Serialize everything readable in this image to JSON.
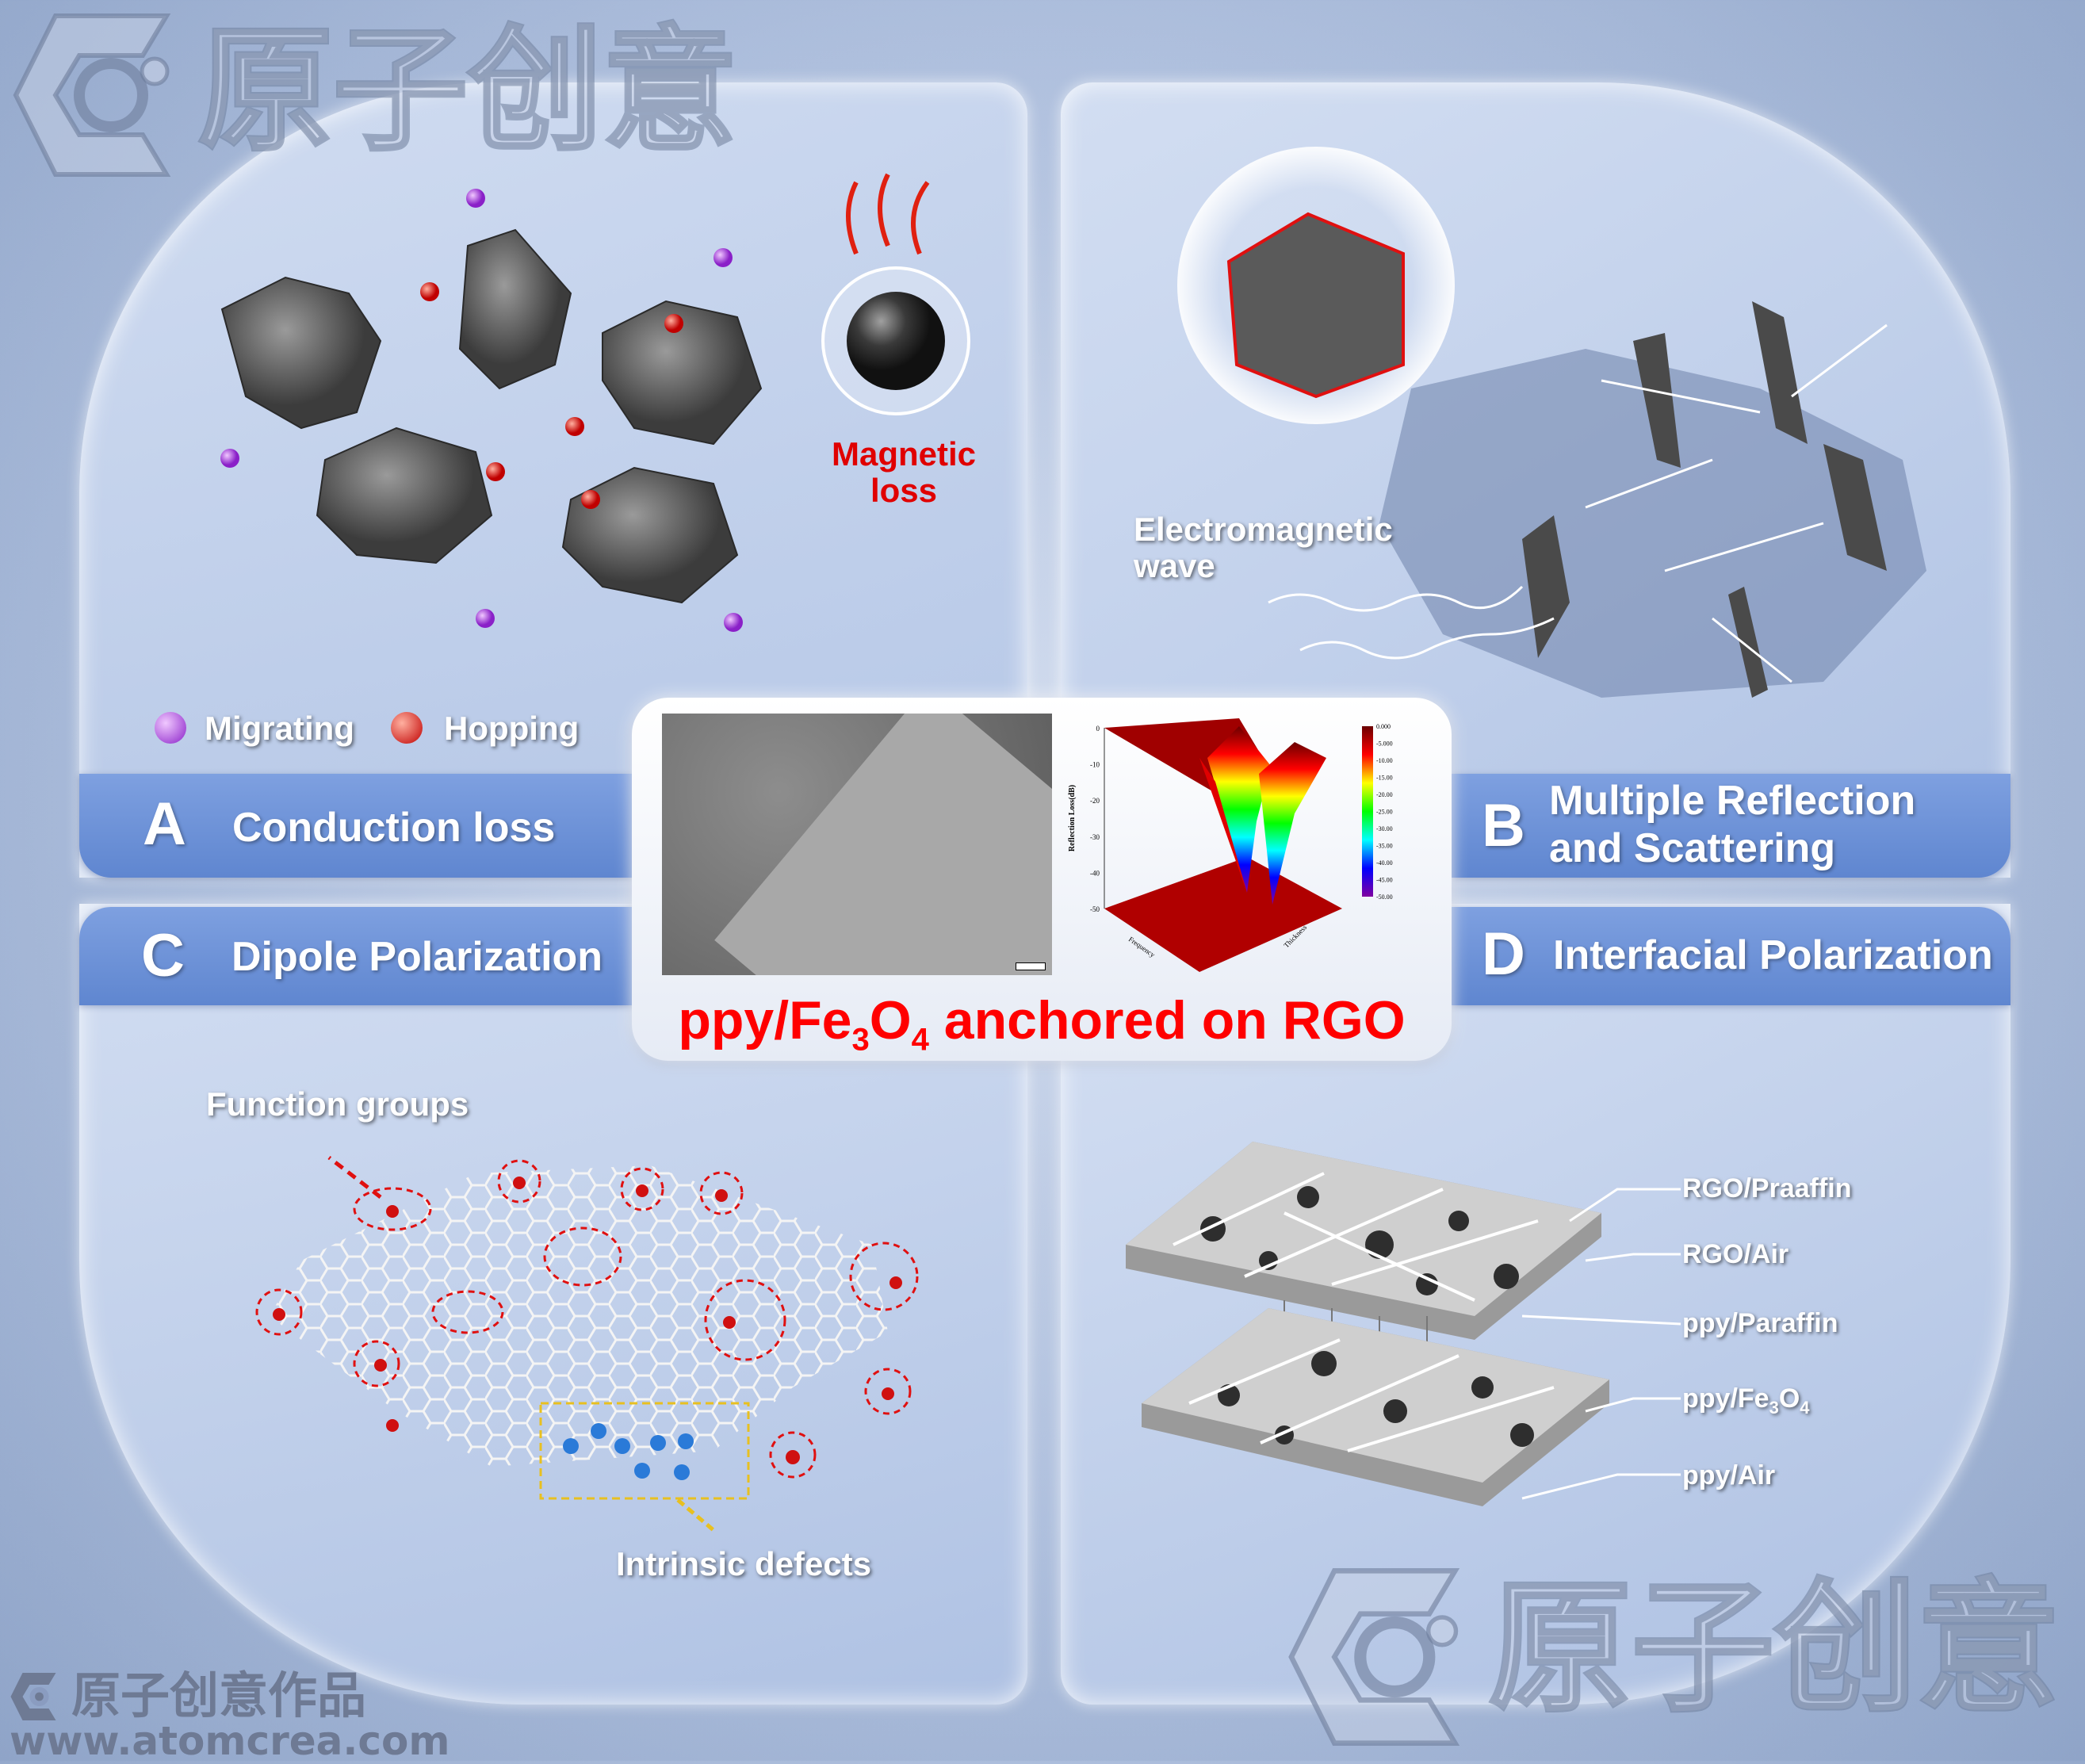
{
  "panels": {
    "A": {
      "letter": "A",
      "label": "Conduction loss"
    },
    "B": {
      "letter": "B",
      "label_line1": "Multiple Reflection",
      "label_line2": "and Scattering"
    },
    "C": {
      "letter": "C",
      "label": "Dipole Polarization"
    },
    "D": {
      "letter": "D",
      "label": "Interfacial Polarization"
    }
  },
  "legend": {
    "migrating": "Migrating",
    "hopping": "Hopping",
    "migrating_color": "#a23ee0",
    "hopping_color": "#e0201e"
  },
  "annotations": {
    "magnetic_loss_1": "Magnetic",
    "magnetic_loss_2": "loss",
    "em_wave_1": "Electromagnetic",
    "em_wave_2": "wave",
    "function_groups": "Function groups",
    "intrinsic_defects": "Intrinsic defects"
  },
  "interfaces": {
    "rgo_paraffin": "RGO/Praaffin",
    "rgo_air": "RGO/Air",
    "ppy_paraffin": "ppy/Paraffin",
    "ppy_fe3o4_main": "ppy/Fe",
    "ppy_fe3o4_sub1": "3",
    "ppy_fe3o4_o": "O",
    "ppy_fe3o4_sub2": "4",
    "ppy_air": "ppy/Air"
  },
  "center": {
    "title_a": "ppy/Fe",
    "title_sub1": "3",
    "title_o": "O",
    "title_sub2": "4",
    "title_b": " anchored on RGO"
  },
  "chart_data": {
    "type": "surface",
    "zlabel": "Reflection Loss(dB)",
    "xlabel": "Frequency",
    "ylabel": "Thickness",
    "z_ticks": [
      "0",
      "-10",
      "-20",
      "-30",
      "-40",
      "-50"
    ],
    "zlim": [
      -50,
      0
    ],
    "colorbar_ticks": [
      "0.000",
      "-5.000",
      "-10.00",
      "-15.00",
      "-20.00",
      "-25.00",
      "-30.00",
      "-35.00",
      "-40.00",
      "-45.00",
      "-50.00"
    ],
    "colormap": [
      "#6a0000",
      "#ff0000",
      "#ffff00",
      "#00ff00",
      "#00ffff",
      "#0000ff",
      "#8000a0"
    ]
  },
  "watermarks": {
    "top_left": "原子创意",
    "bottom_right": "原子创意",
    "bottom_left_cn": "原子创意作品",
    "bottom_left_url": "www.atomcrea.com"
  }
}
